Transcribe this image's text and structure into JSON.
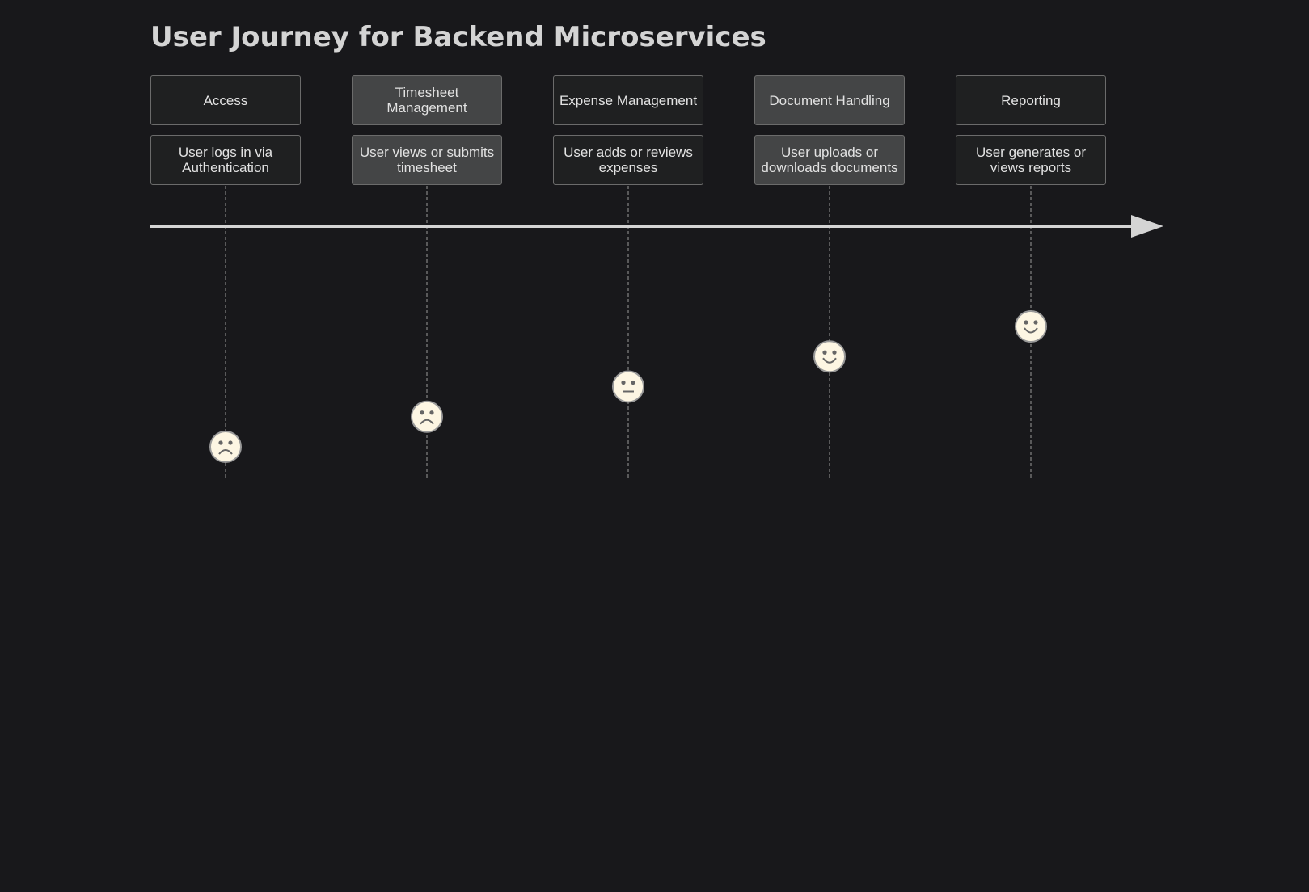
{
  "title": "User Journey for Backend Microservices",
  "colors": {
    "background": "#18181b",
    "section_dark": "#1f2021",
    "section_light": "#444546",
    "border": "#6b6b6b",
    "text": "#e2e2e2",
    "timeline": "#d4d4d4",
    "face_fill": "#fdf6e3",
    "face_stroke": "#999999"
  },
  "sections": [
    {
      "label": "Access",
      "task": "User logs in via Authentication",
      "score": 1,
      "mood": "sad",
      "icon": "sad-face-icon"
    },
    {
      "label": "Timesheet Management",
      "task": "User views or submits timesheet",
      "score": 2,
      "mood": "sad",
      "icon": "sad-face-icon"
    },
    {
      "label": "Expense Management",
      "task": "User adds or reviews expenses",
      "score": 3,
      "mood": "neutral",
      "icon": "neutral-face-icon"
    },
    {
      "label": "Document Handling",
      "task": "User uploads or downloads documents",
      "score": 4,
      "mood": "happy",
      "icon": "happy-face-icon"
    },
    {
      "label": "Reporting",
      "task": "User generates or views reports",
      "score": 5,
      "mood": "happy",
      "icon": "happy-face-icon"
    }
  ]
}
